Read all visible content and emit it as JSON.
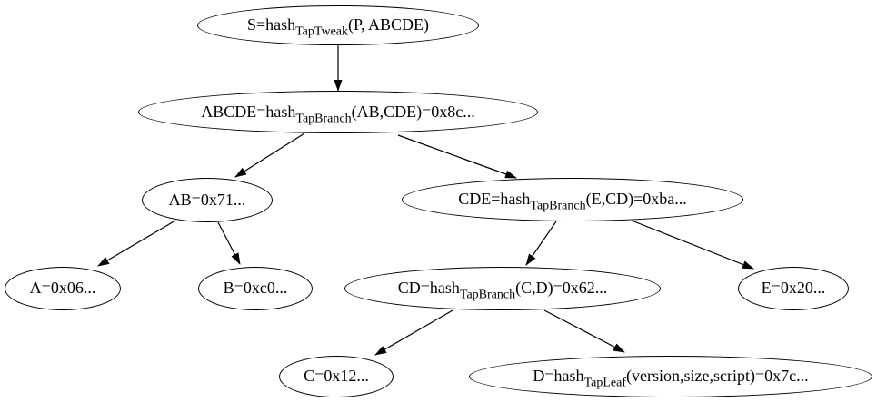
{
  "diagram": {
    "description": "Taproot merkle hash tree",
    "background_color": "#ffffff",
    "stroke_color": "#000000",
    "text_color": "#000000",
    "nodes": {
      "s": {
        "pre": "S=hash",
        "sub": "TapTweak",
        "suf": "(P, ABCDE)"
      },
      "abcde": {
        "pre": "ABCDE=hash",
        "sub": "TapBranch",
        "suf": "(AB,CDE)=0x8c..."
      },
      "ab": {
        "pre": "AB=0x71...",
        "sub": "",
        "suf": ""
      },
      "cde": {
        "pre": "CDE=hash",
        "sub": "TapBranch",
        "suf": "(E,CD)=0xba..."
      },
      "a": {
        "pre": "A=0x06...",
        "sub": "",
        "suf": ""
      },
      "b": {
        "pre": "B=0xc0...",
        "sub": "",
        "suf": ""
      },
      "cd": {
        "pre": "CD=hash",
        "sub": "TapBranch",
        "suf": "(C,D)=0x62..."
      },
      "e": {
        "pre": "E=0x20...",
        "sub": "",
        "suf": ""
      },
      "c": {
        "pre": "C=0x12...",
        "sub": "",
        "suf": ""
      },
      "d": {
        "pre": "D=hash",
        "sub": "TapLeaf",
        "suf": "(version,size,script)=0x7c..."
      }
    },
    "edges": [
      {
        "from": "s",
        "to": "abcde"
      },
      {
        "from": "abcde",
        "to": "ab"
      },
      {
        "from": "abcde",
        "to": "cde"
      },
      {
        "from": "ab",
        "to": "a"
      },
      {
        "from": "ab",
        "to": "b"
      },
      {
        "from": "cde",
        "to": "cd"
      },
      {
        "from": "cde",
        "to": "e"
      },
      {
        "from": "cd",
        "to": "c"
      },
      {
        "from": "cd",
        "to": "d"
      }
    ]
  }
}
